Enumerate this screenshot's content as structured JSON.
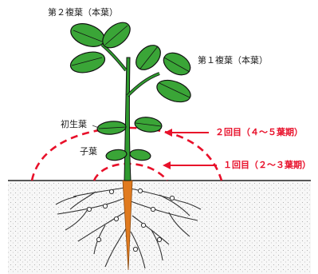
{
  "labels": {
    "second_compound_leaf": "第２複葉（本葉）",
    "first_compound_leaf": "第１複葉（本葉）",
    "primary_leaf": "初生葉",
    "cotyledon": "子葉"
  },
  "timing": {
    "second": "２回目（４～５葉期）",
    "first": "１回目（２～３葉期）"
  },
  "colors": {
    "leaf": "#3aa537",
    "stem": "#2f9a2f",
    "root_main": "#e07a1e",
    "annotation": "#e8102a",
    "soil": "#f4f4f4",
    "outline": "#111111"
  }
}
